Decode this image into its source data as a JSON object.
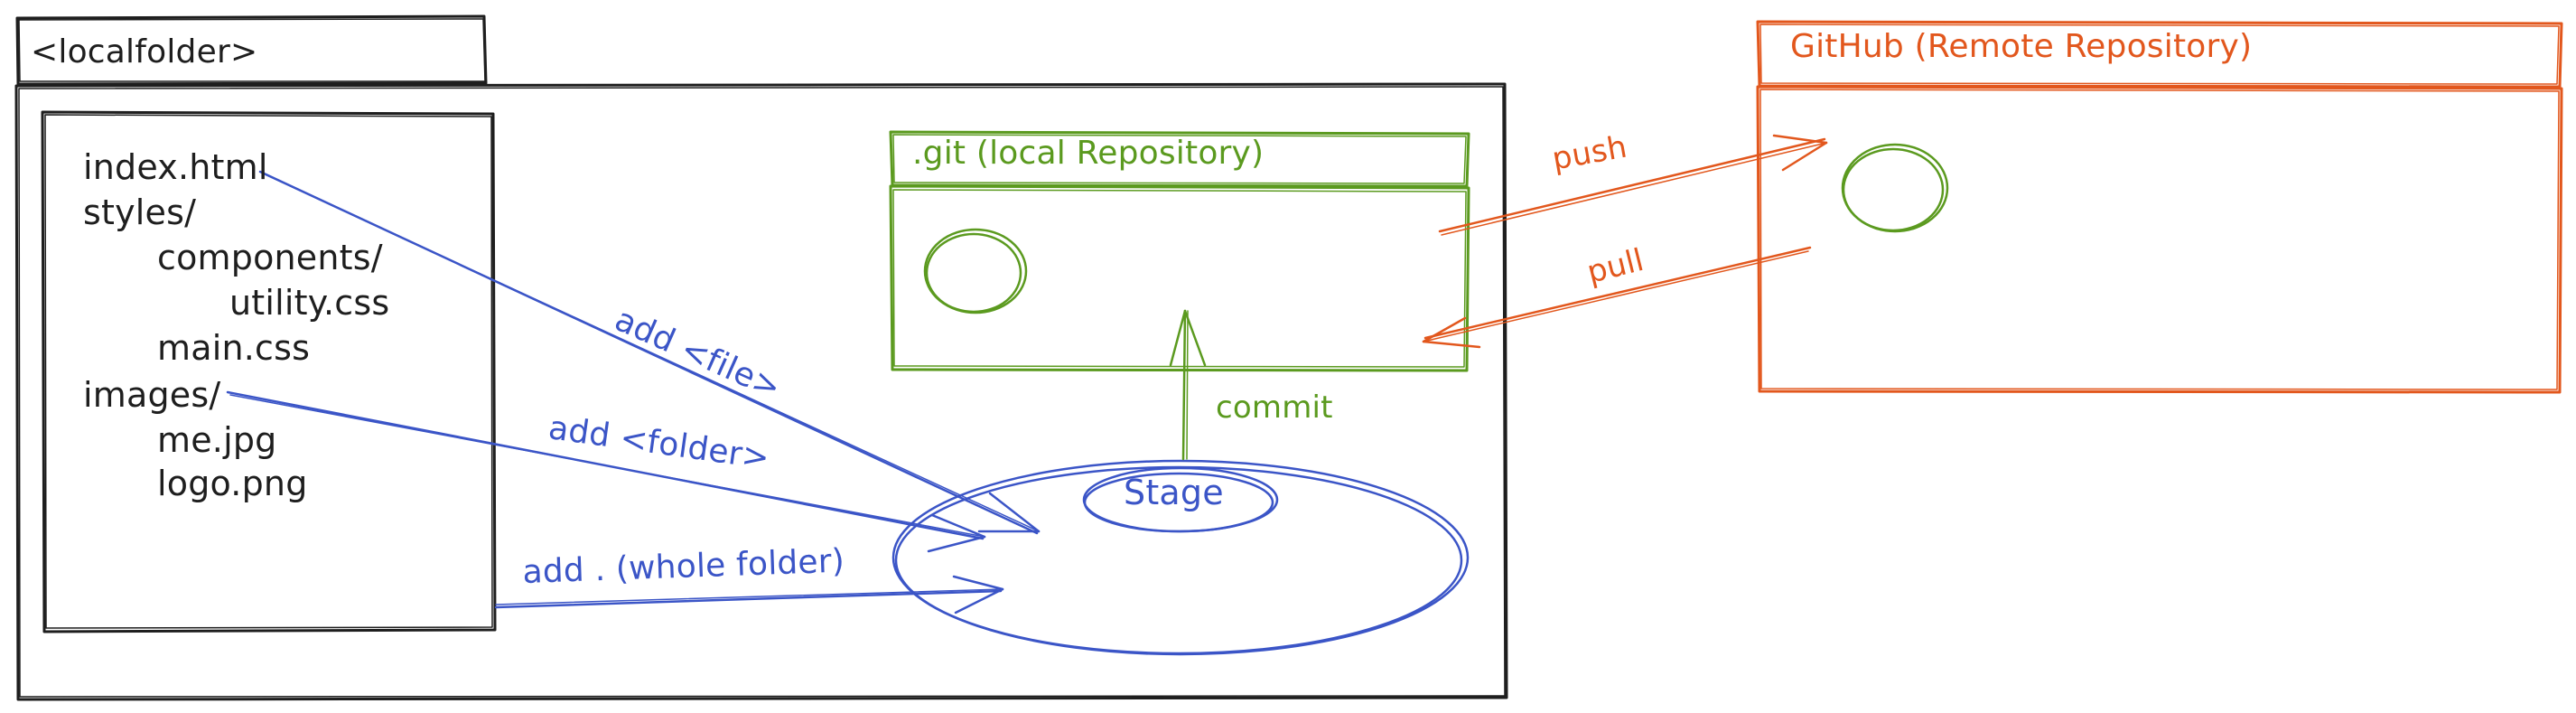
{
  "diagram": {
    "local_folder": {
      "title": "<localfolder>",
      "tree": [
        "index.html",
        "styles/",
        "components/",
        "utility.css",
        "main.css",
        "images/",
        "me.jpg",
        "logo.png"
      ]
    },
    "git_repo": {
      "title": ".git (local Repository)"
    },
    "remote_repo": {
      "title": "GitHub (Remote Repository)"
    },
    "stage": {
      "label": "Stage"
    },
    "arrows": {
      "add_file": "add <file>",
      "add_folder": "add <folder>",
      "add_dot": "add . (whole folder)",
      "commit": "commit",
      "push": "push",
      "pull": "pull"
    }
  },
  "colors": {
    "black": "#1e1e1e",
    "blue": "#3b55c7",
    "green": "#5b9a1f",
    "orange": "#e2571d"
  }
}
